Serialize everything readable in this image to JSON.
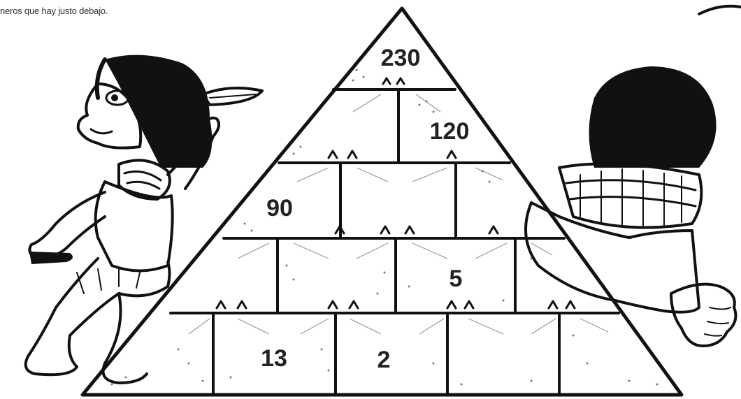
{
  "instruction": "neros que hay justo debajo.",
  "pyramid": {
    "rows": [
      [
        "230"
      ],
      [
        "",
        "120"
      ],
      [
        "90",
        "",
        ""
      ],
      [
        "",
        "",
        "5",
        ""
      ],
      [
        "",
        "13",
        "2",
        "",
        ""
      ]
    ]
  },
  "icons": {
    "left_figure": "egyptian-woman",
    "right_figure": "egyptian-man"
  }
}
